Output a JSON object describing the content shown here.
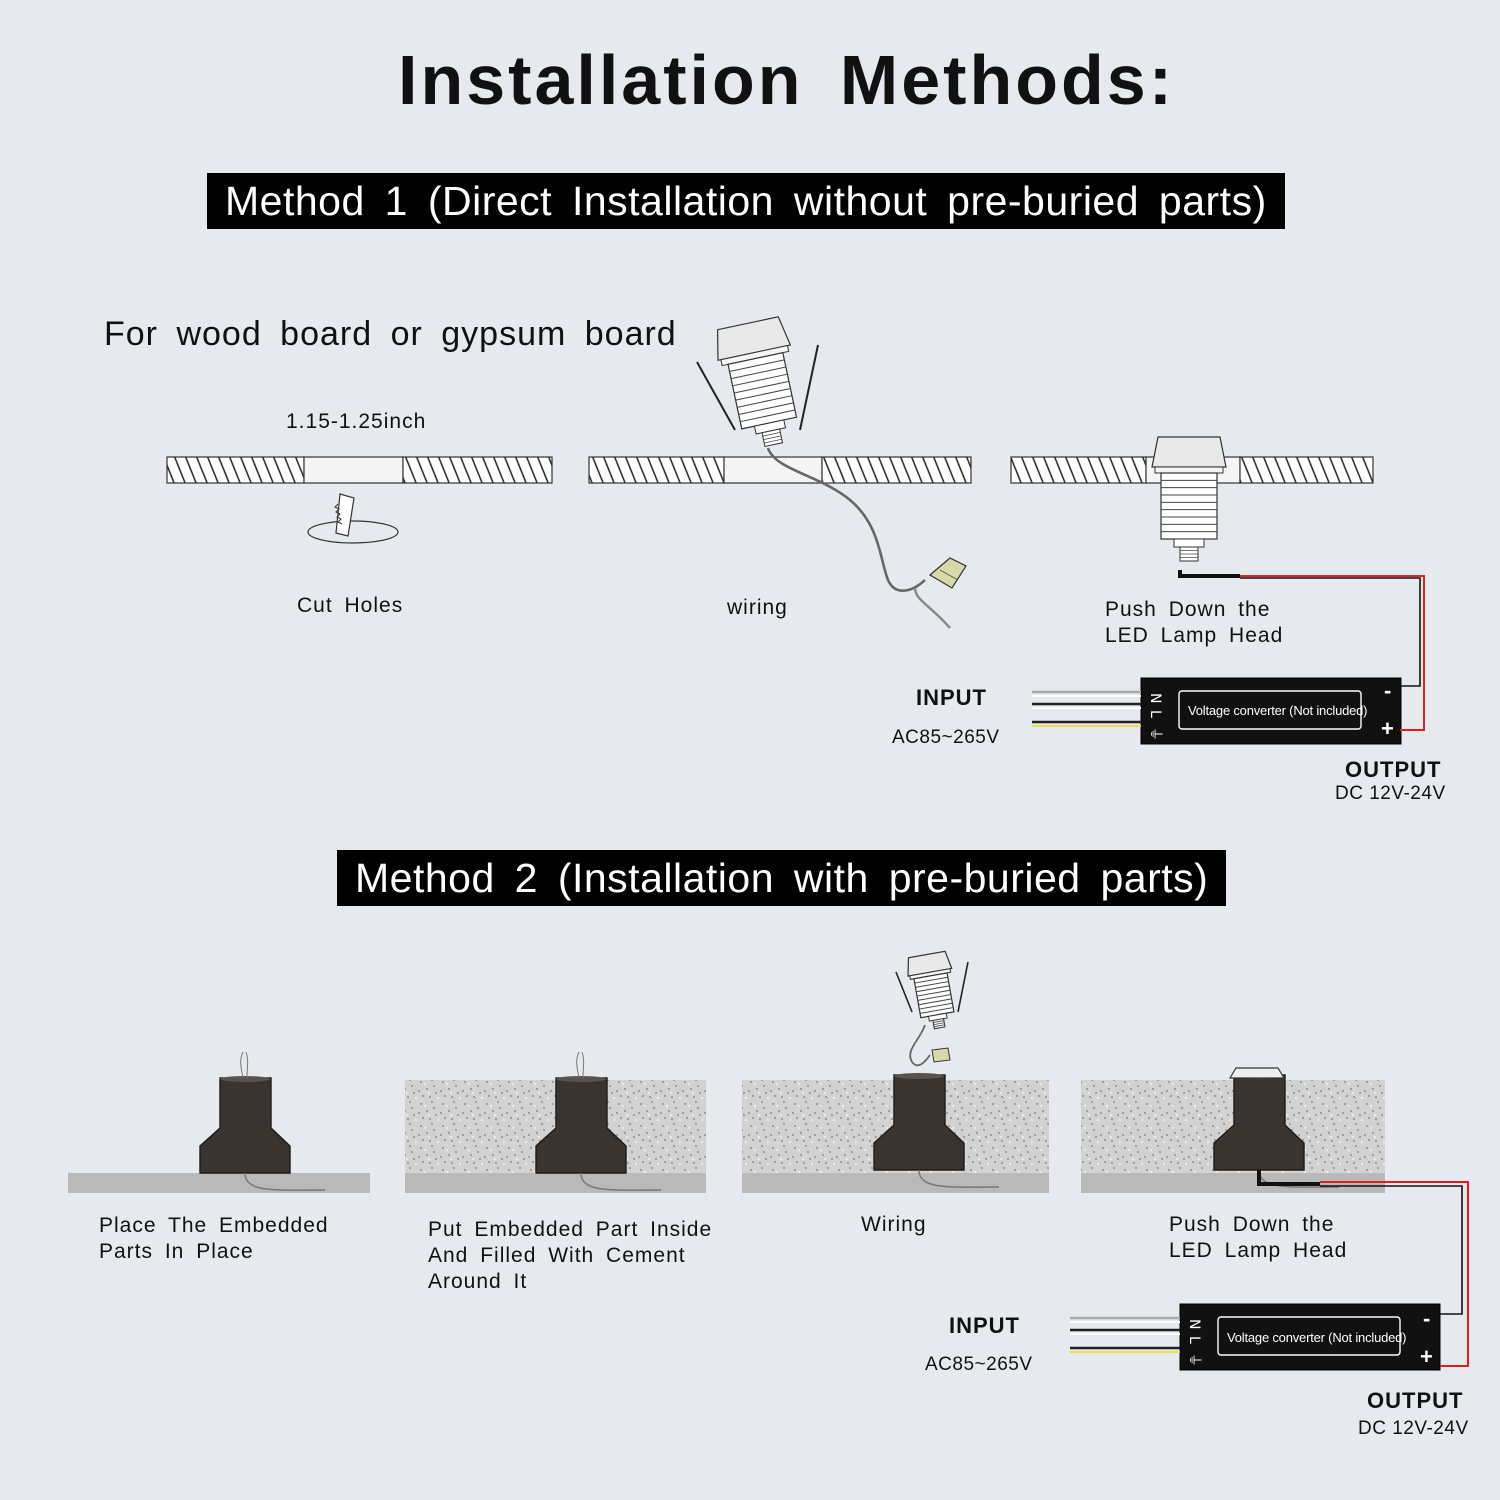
{
  "title": "Installation Methods:",
  "method1": {
    "banner": "Method 1 (Direct Installation without pre-buried parts)",
    "subtitle": "For wood board or gypsum board",
    "dimension": "1.15-1.25inch",
    "steps": [
      "Cut Holes",
      "wiring",
      "Push Down the\nLED Lamp Head"
    ]
  },
  "method2": {
    "banner": "Method 2 (Installation with pre-buried parts)",
    "steps": [
      "Place The Embedded\nParts In Place",
      "Put Embedded Part Inside\nAnd Filled With Cement\nAround It",
      "Wiring",
      "Push Down the\nLED Lamp Head"
    ]
  },
  "converter": {
    "input_label": "INPUT",
    "input_voltage": "AC85~265V",
    "output_label": "OUTPUT",
    "output_voltage": "DC 12V-24V",
    "label": "Voltage converter (Not included)",
    "minus": "-",
    "plus": "+"
  },
  "colors": {
    "background": "#e6eaee",
    "banner": "#000000",
    "wire_positive": "#e02020",
    "cement": "#cfcfcf",
    "embedded_part": "#3a3431"
  }
}
